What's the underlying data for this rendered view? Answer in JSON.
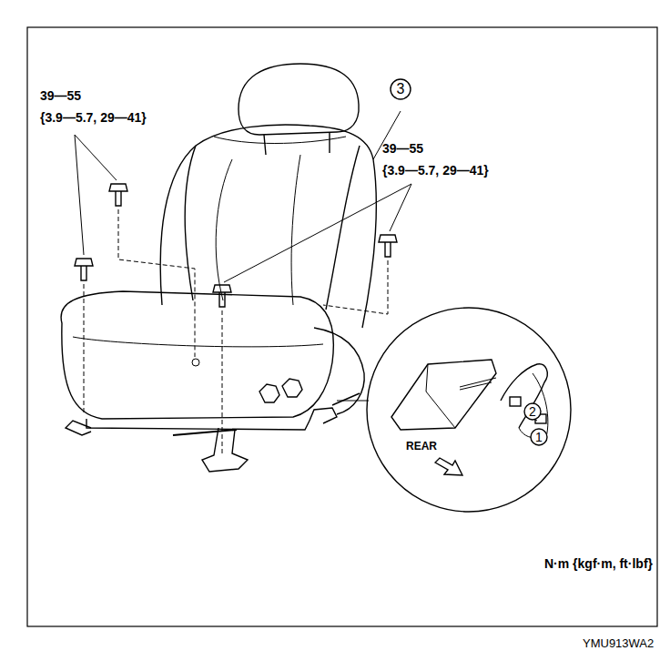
{
  "diagram": {
    "nodes": [
      {
        "text": [
          "3"
        ]
      },
      {
        "text": [
          "2"
        ]
      },
      {
        "text": [
          "1"
        ]
      }
    ],
    "labels": [
      "39—55",
      "{3.9—5.7, 29—41}",
      "39—55",
      "{3.9—5.7, 29—41}",
      "REAR",
      "N·m {kgf·m, ft·lbf}",
      "YMU913WA2"
    ]
  }
}
